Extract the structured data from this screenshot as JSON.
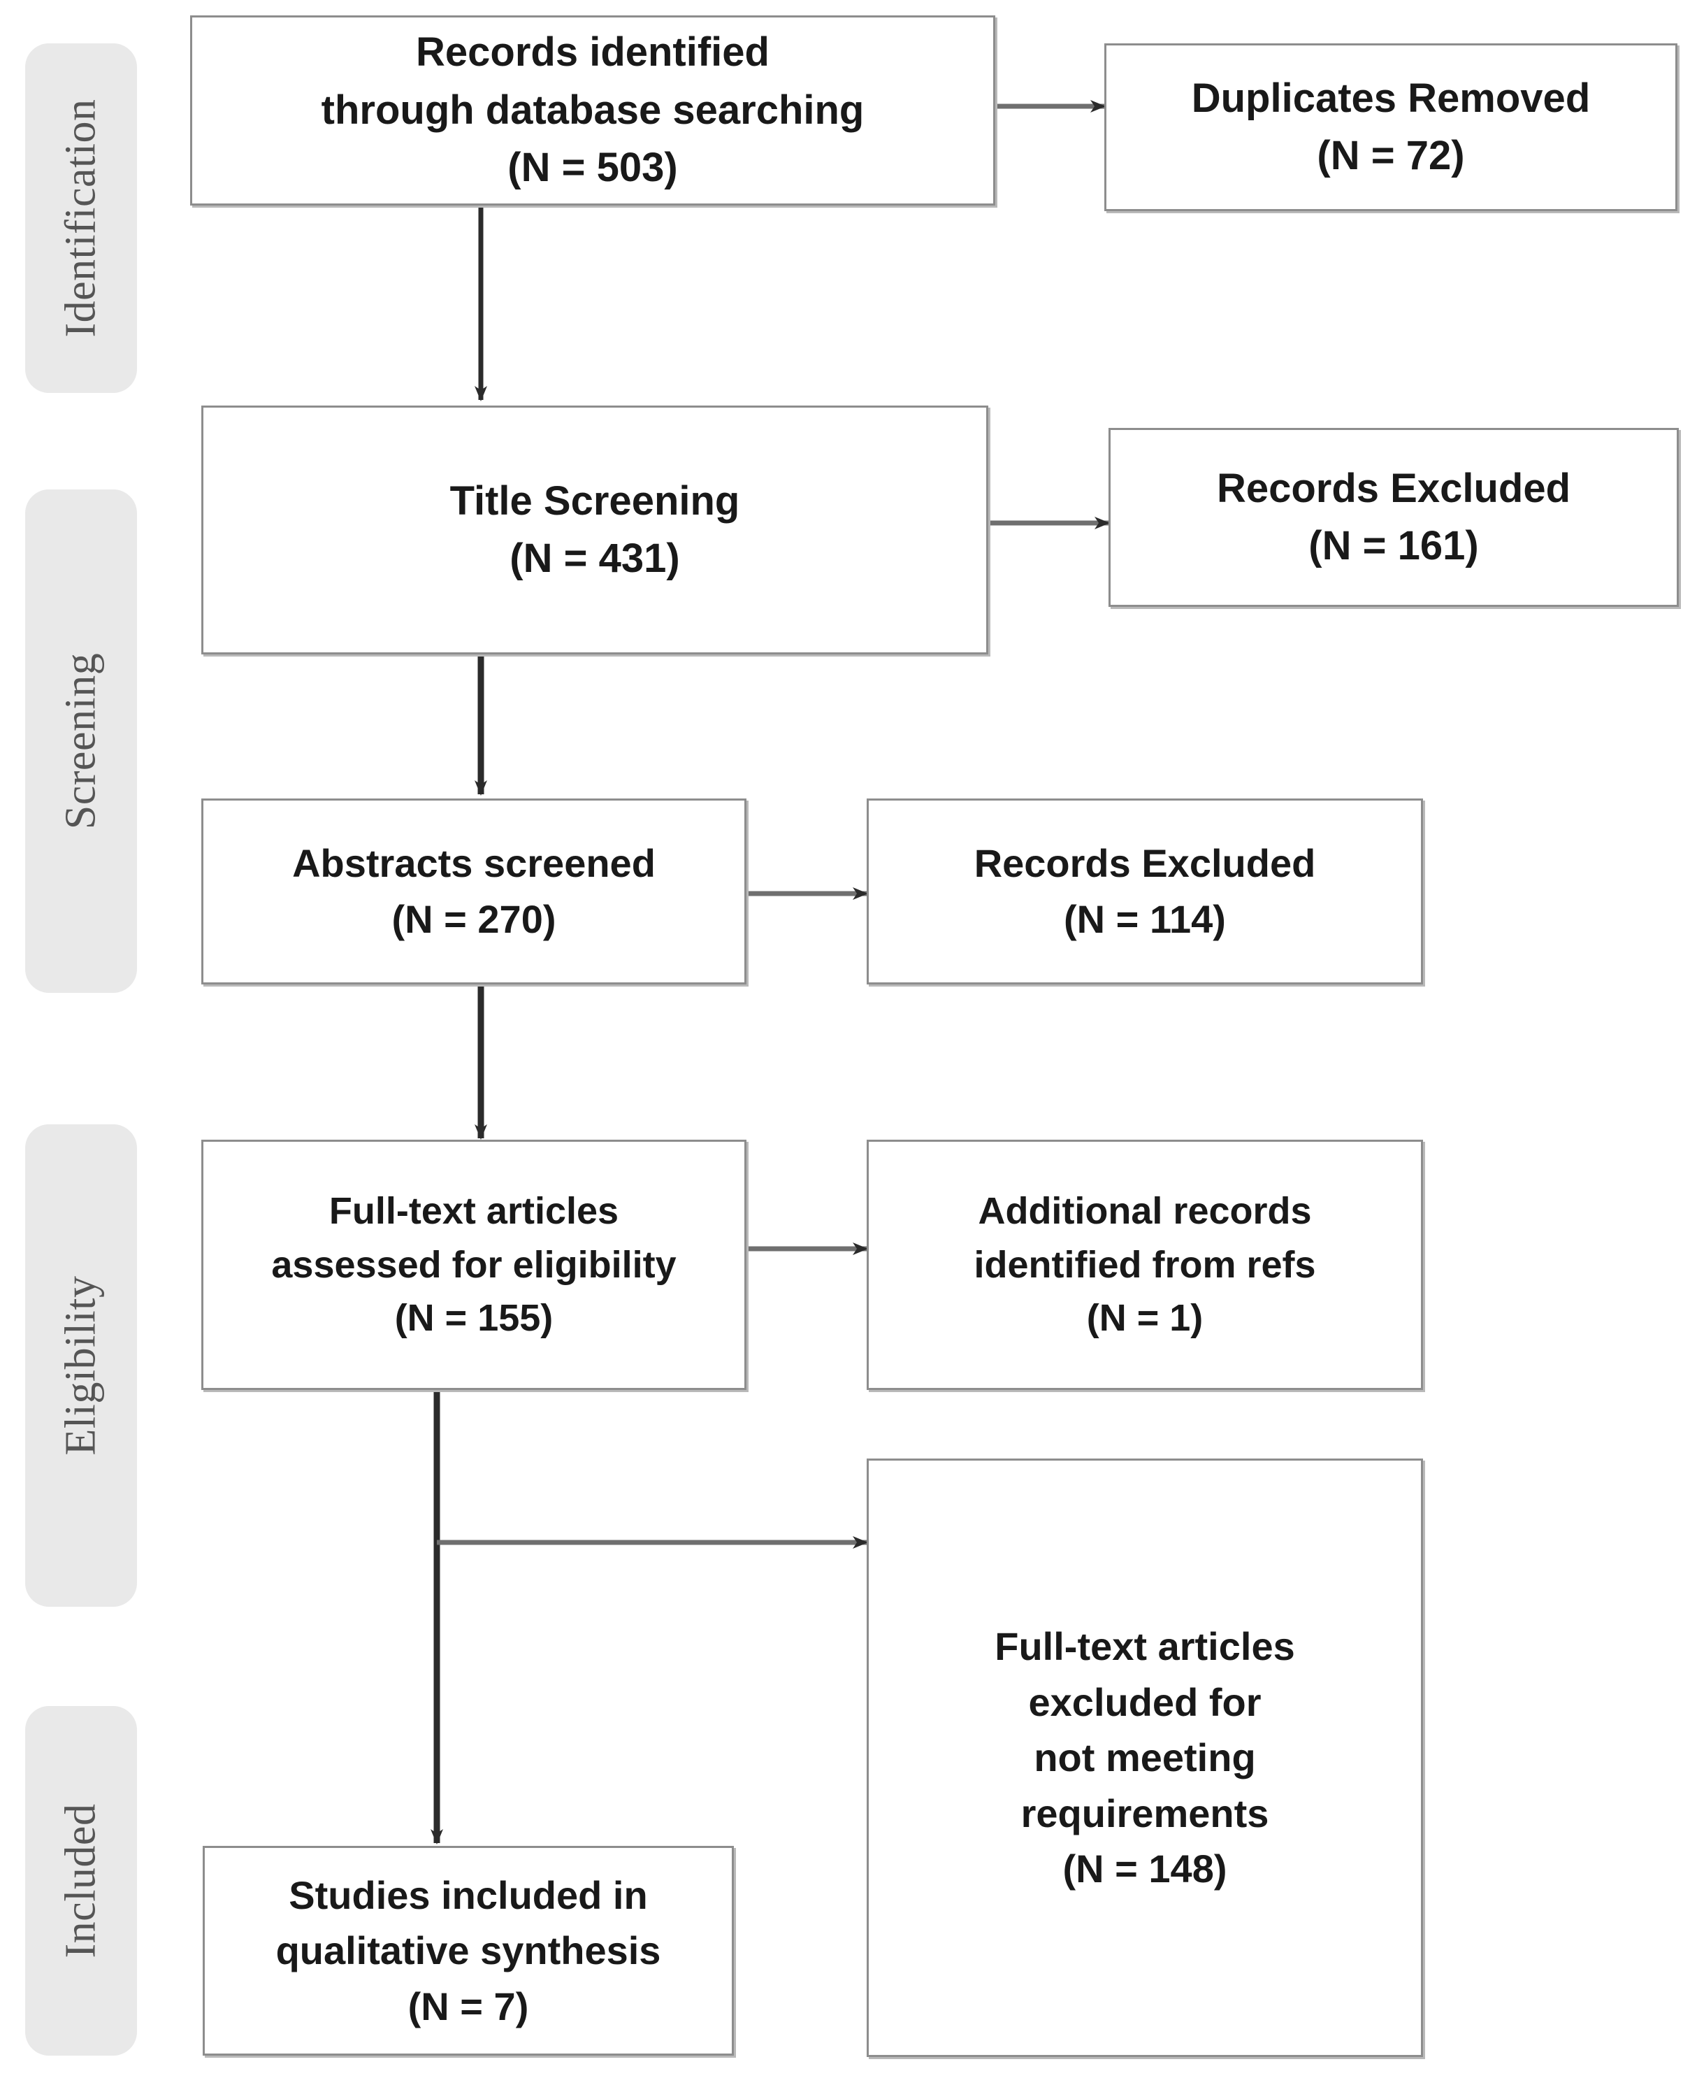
{
  "diagram": {
    "type": "prisma-flow-diagram",
    "title": "PRISMA study selection flow diagram",
    "colors": {
      "box_border": "#8d8d8d",
      "box_fill": "#ffffff",
      "box_shadow": "#b9b9b9",
      "stage_pill_fill": "#e9e9e9",
      "stage_label_text": "#555555",
      "box_text": "#191919",
      "connector": "#3a3a3a",
      "page_background": "#ffffff"
    },
    "stages": [
      {
        "id": "identification",
        "label": "Identification"
      },
      {
        "id": "screening",
        "label": "Screening"
      },
      {
        "id": "eligibility",
        "label": "Eligibility"
      },
      {
        "id": "included",
        "label": "Included"
      }
    ],
    "boxes": [
      {
        "id": "records-identified",
        "stage": "identification",
        "title": "Records identified\nthrough database searching",
        "count_label": "(N = 503)",
        "count": 503,
        "text": "Records identified\nthrough database searching\n(N = 503)"
      },
      {
        "id": "duplicates-removed",
        "stage": "identification",
        "title": "Duplicates Removed",
        "count_label": "(N = 72)",
        "count": 72,
        "text": "Duplicates Removed\n(N = 72)"
      },
      {
        "id": "title-screening",
        "stage": "screening",
        "title": "Title  Screening",
        "count_label": "(N = 431)",
        "count": 431,
        "text": "Title  Screening\n(N = 431)"
      },
      {
        "id": "records-excluded-title",
        "stage": "screening",
        "title": "Records Excluded",
        "count_label": "(N = 161)",
        "count": 161,
        "text": "Records Excluded\n(N = 161)"
      },
      {
        "id": "abstracts-screened",
        "stage": "screening",
        "title": "Abstracts screened",
        "count_label": "(N = 270)",
        "count": 270,
        "text": "Abstracts screened\n(N = 270)"
      },
      {
        "id": "records-excluded-abstract",
        "stage": "screening",
        "title": "Records Excluded",
        "count_label": "(N = 114)",
        "count": 114,
        "text": "Records Excluded\n(N = 114)"
      },
      {
        "id": "full-text-assessed",
        "stage": "eligibility",
        "title": "Full-text articles\nassessed for eligibility",
        "count_label": "(N = 155)",
        "count": 155,
        "text": "Full-text articles\nassessed for eligibility\n(N = 155)"
      },
      {
        "id": "additional-records",
        "stage": "eligibility",
        "title": "Additional records\nidentified from refs",
        "count_label": "(N = 1)",
        "count": 1,
        "text": "Additional records\nidentified from refs\n(N = 1)"
      },
      {
        "id": "full-text-excluded",
        "stage": "eligibility",
        "title": "Full-text articles\nexcluded for\nnot meeting\nrequirements",
        "count_label": "(N = 148)",
        "count": 148,
        "text": "Full-text articles\nexcluded for\nnot meeting\nrequirements\n(N = 148)"
      },
      {
        "id": "studies-included",
        "stage": "included",
        "title": "Studies included in\nqualitative synthesis",
        "count_label": "(N = 7)",
        "count": 7,
        "text": "Studies included in\nqualitative synthesis\n(N = 7)"
      }
    ],
    "connectors": [
      {
        "id": "records-identified-to-duplicates",
        "from": "records-identified",
        "to": "duplicates-removed",
        "direction": "right"
      },
      {
        "id": "records-identified-to-title-screening",
        "from": "records-identified",
        "to": "title-screening",
        "direction": "down"
      },
      {
        "id": "title-screening-to-records-excluded",
        "from": "title-screening",
        "to": "records-excluded-title",
        "direction": "right"
      },
      {
        "id": "title-screening-to-abstracts",
        "from": "title-screening",
        "to": "abstracts-screened",
        "direction": "down"
      },
      {
        "id": "abstracts-to-records-excluded",
        "from": "abstracts-screened",
        "to": "records-excluded-abstract",
        "direction": "right"
      },
      {
        "id": "abstracts-to-full-text",
        "from": "abstracts-screened",
        "to": "full-text-assessed",
        "direction": "down"
      },
      {
        "id": "full-text-to-additional-records",
        "from": "full-text-assessed",
        "to": "additional-records",
        "direction": "right"
      },
      {
        "id": "full-text-to-excluded",
        "from": "full-text-assessed",
        "to": "full-text-excluded",
        "direction": "elbow-right"
      },
      {
        "id": "full-text-to-studies-included",
        "from": "full-text-assessed",
        "to": "studies-included",
        "direction": "down"
      }
    ]
  }
}
